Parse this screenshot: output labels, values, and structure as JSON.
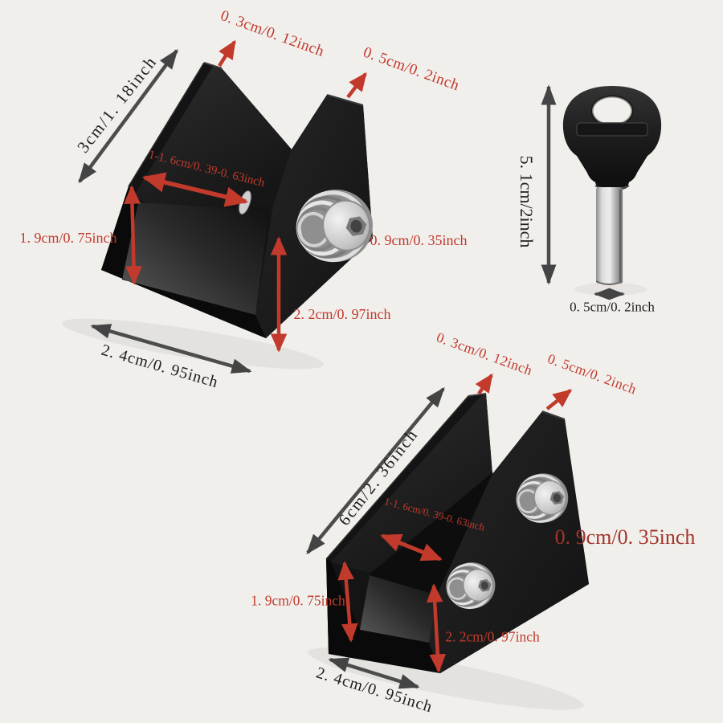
{
  "title": "window sliding lock dimension diagram",
  "colors": {
    "background": "#f1efec",
    "annotation_red": "#c13a2c",
    "annotation_dark_red": "#a2342a",
    "annotation_black": "#1e1e1e",
    "arrow_gray": "#4c4c4c",
    "product_black": "#161616",
    "metal_silver": "#c9c9c9"
  },
  "clamp_small": {
    "height": "3cm/1. 18inch",
    "flange_thickness": "0. 3cm/0. 12inch",
    "screw_length": "0. 5cm/0. 2inch",
    "slot_width_range": "1-1. 6cm/0. 39-0. 63inch",
    "inner_depth": "1. 9cm/0. 75inch",
    "screw_diameter": "0. 9cm/0. 35inch",
    "base_height": "2. 2cm/0. 97inch",
    "width": "2. 4cm/0. 95inch"
  },
  "key": {
    "length": "5. 1cm/2inch",
    "shaft_diameter": "0. 5cm/0. 2inch"
  },
  "clamp_large": {
    "length": "6cm/2. 36inch",
    "flange_thickness": "0. 3cm/0. 12inch",
    "screw_length": "0. 5cm/0. 2inch",
    "slot_width_range": "1-1. 6cm/0. 39-0. 63inch",
    "screw_diameter": "0. 9cm/0. 35inch",
    "inner_depth": "1. 9cm/0. 75inch",
    "base_height": "2. 2cm/0. 97inch",
    "width": "2. 4cm/0. 95inch"
  }
}
